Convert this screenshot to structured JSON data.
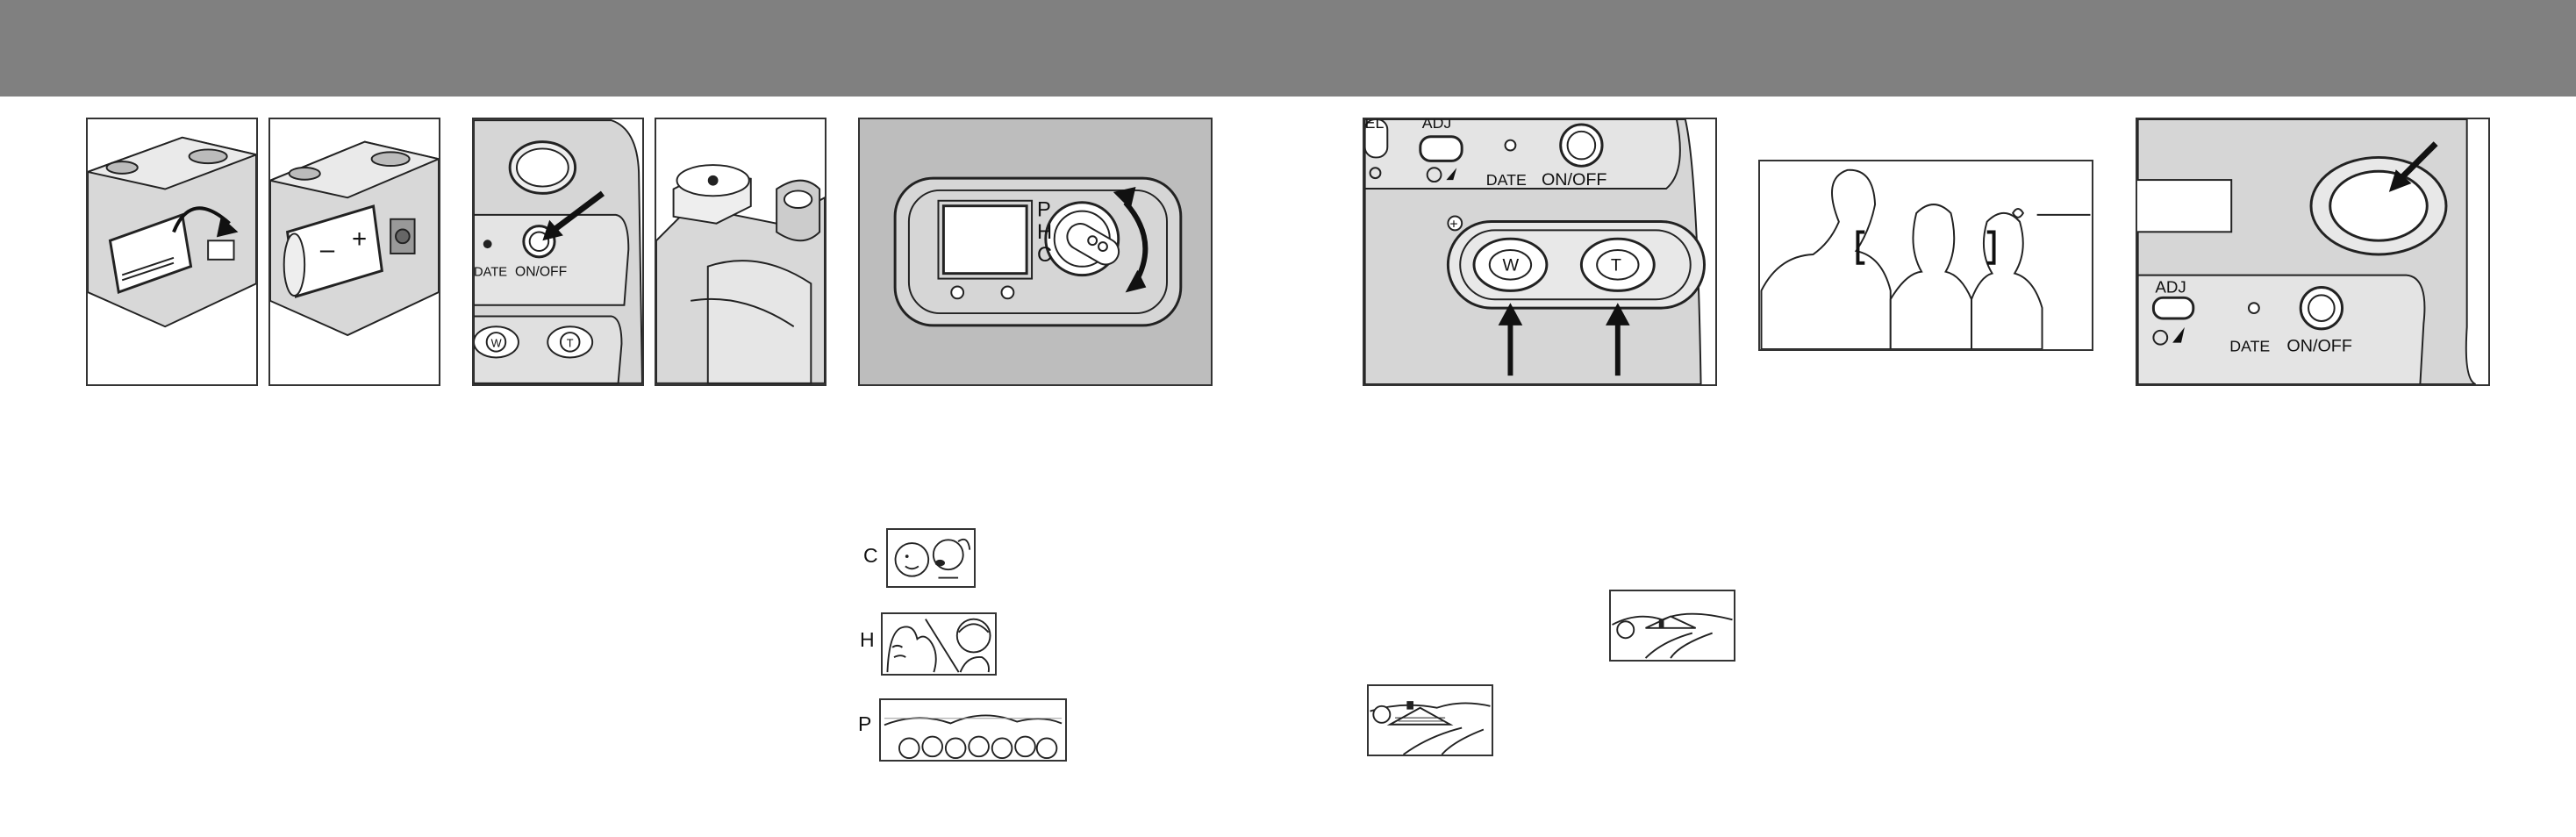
{
  "panel1": {},
  "panel2": {
    "minus": "–",
    "plus": "+"
  },
  "panel3": {
    "date": "DATE",
    "onoff": "ON/OFF",
    "w": "W",
    "t": "T"
  },
  "panel4": {},
  "panel5": {
    "p": "P",
    "h": "H",
    "c": "C"
  },
  "panel6": {
    "el": "EL",
    "adj": "ADJ",
    "date": "DATE",
    "onoff": "ON/OFF",
    "zoom_sign": "+",
    "w": "W",
    "t": "T"
  },
  "panel7": {},
  "panel8": {
    "adj": "ADJ",
    "date": "DATE",
    "onoff": "ON/OFF"
  },
  "modes": {
    "c": "C",
    "h": "H",
    "p": "P"
  },
  "colors": {
    "header": "#808080",
    "dial_bg": "#bdbdbd",
    "body_gray": "#d6d6d6",
    "ink": "#111111"
  }
}
